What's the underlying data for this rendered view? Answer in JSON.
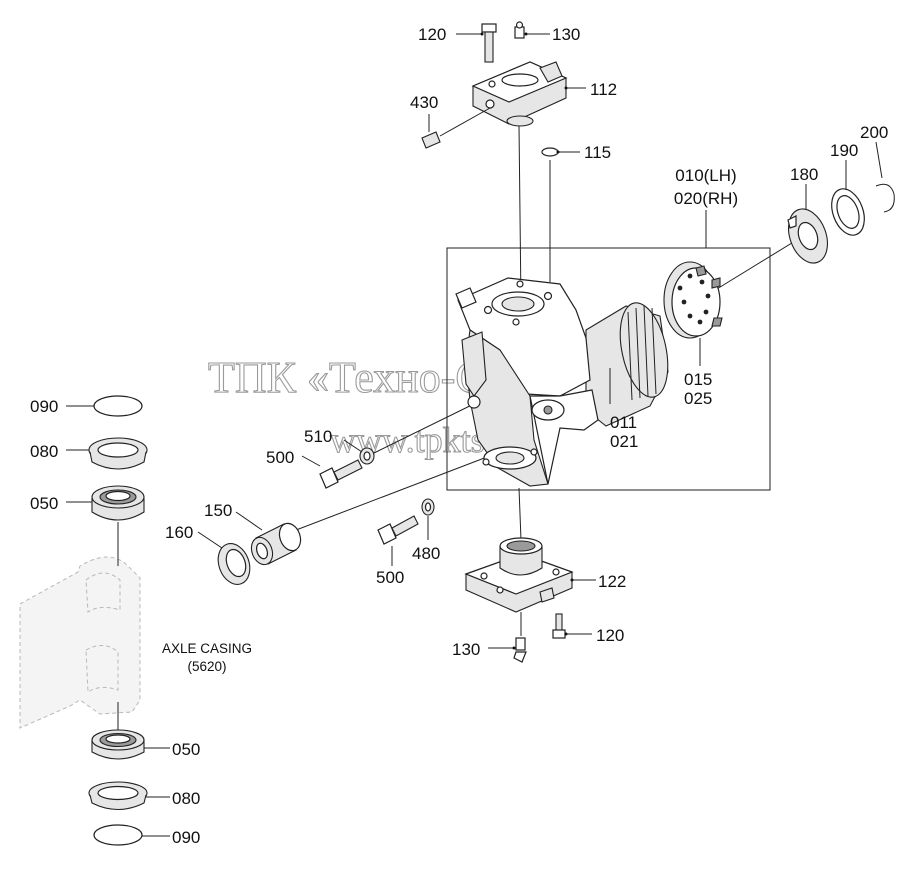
{
  "diagram": {
    "group_label_lh": "010(LH)",
    "group_label_rh": "020(RH)",
    "axle_casing_label": "AXLE CASING",
    "axle_casing_ref": "(5620)",
    "watermark_line1": "ТПК «Техно-Сиб»",
    "watermark_line2": "www.tpkts.ru",
    "callouts": {
      "c120_top": "120",
      "c130_top": "130",
      "c112": "112",
      "c430": "430",
      "c115": "115",
      "c180": "180",
      "c190": "190",
      "c200": "200",
      "c015": "015",
      "c025": "025",
      "c011": "011",
      "c021": "021",
      "c510": "510",
      "c500_a": "500",
      "c150": "150",
      "c160": "160",
      "c500_b": "500",
      "c480": "480",
      "c122": "122",
      "c120_bot": "120",
      "c130_bot": "130",
      "c090_top": "090",
      "c080_top": "080",
      "c050_top": "050",
      "c050_bot": "050",
      "c080_bot": "080",
      "c090_bot": "090"
    }
  }
}
